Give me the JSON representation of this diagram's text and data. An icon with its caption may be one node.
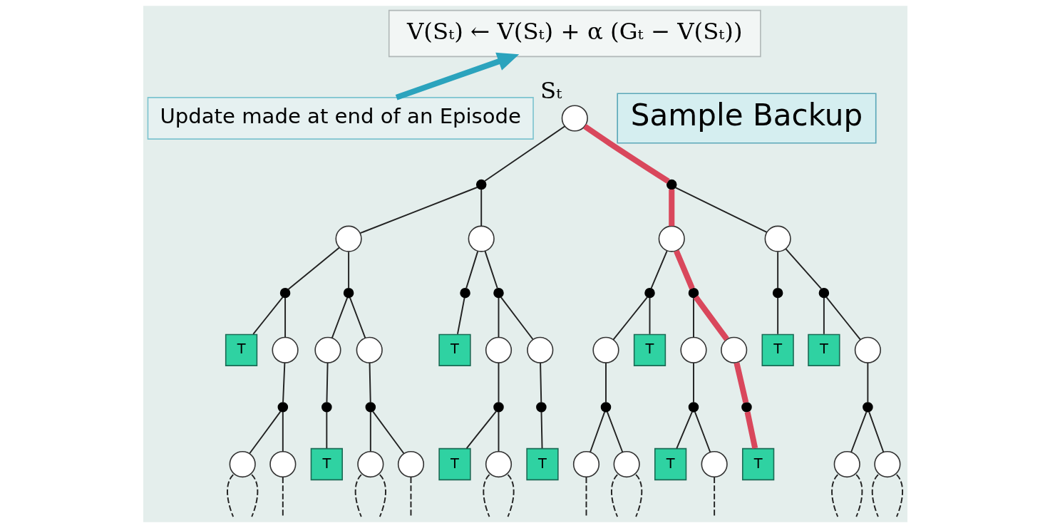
{
  "diagram": {
    "nodes": [
      {
        "text": [
          "V(Sₜ) ← V(Sₜ) + α (Gₜ − V(Sₜ))"
        ]
      },
      {
        "text": [
          "Sample Backup"
        ]
      },
      {
        "text": [
          "Update made at end of an Episode"
        ]
      },
      {
        "text": [],
        "shape": "circle",
        "beside": [
          "Sₜ"
        ]
      },
      {
        "text": [],
        "shape": "dot"
      },
      {
        "text": [],
        "shape": "dot"
      },
      {
        "text": [],
        "shape": "circle"
      },
      {
        "text": [],
        "shape": "circle"
      },
      {
        "text": [],
        "shape": "circle"
      },
      {
        "text": [],
        "shape": "circle"
      },
      {
        "text": [],
        "shape": "dot"
      },
      {
        "text": [],
        "shape": "dot"
      },
      {
        "text": [],
        "shape": "dot"
      },
      {
        "text": [],
        "shape": "dot"
      },
      {
        "text": [],
        "shape": "dot"
      },
      {
        "text": [],
        "shape": "dot"
      },
      {
        "text": [],
        "shape": "dot"
      },
      {
        "text": [],
        "shape": "dot"
      },
      {
        "text": [
          "T"
        ]
      },
      {
        "text": [],
        "shape": "circle"
      },
      {
        "text": [],
        "shape": "circle"
      },
      {
        "text": [],
        "shape": "circle"
      },
      {
        "text": [
          "T"
        ]
      },
      {
        "text": [],
        "shape": "circle"
      },
      {
        "text": [],
        "shape": "circle"
      },
      {
        "text": [],
        "shape": "circle"
      },
      {
        "text": [
          "T"
        ]
      },
      {
        "text": [],
        "shape": "circle"
      },
      {
        "text": [],
        "shape": "circle"
      },
      {
        "text": [
          "T"
        ]
      },
      {
        "text": [
          "T"
        ]
      },
      {
        "text": [],
        "shape": "circle"
      },
      {
        "text": [],
        "shape": "dot"
      },
      {
        "text": [],
        "shape": "dot"
      },
      {
        "text": [],
        "shape": "dot"
      },
      {
        "text": [],
        "shape": "dot"
      },
      {
        "text": [],
        "shape": "dot"
      },
      {
        "text": [],
        "shape": "dot"
      },
      {
        "text": [],
        "shape": "dot"
      },
      {
        "text": [],
        "shape": "dot"
      },
      {
        "text": [],
        "shape": "dot"
      },
      {
        "text": [],
        "shape": "circle"
      },
      {
        "text": [],
        "shape": "circle"
      },
      {
        "text": [
          "T"
        ]
      },
      {
        "text": [],
        "shape": "circle"
      },
      {
        "text": [],
        "shape": "circle"
      },
      {
        "text": [
          "T"
        ]
      },
      {
        "text": [],
        "shape": "circle"
      },
      {
        "text": [
          "T"
        ]
      },
      {
        "text": [],
        "shape": "circle"
      },
      {
        "text": [],
        "shape": "circle"
      },
      {
        "text": [
          "T"
        ]
      },
      {
        "text": [],
        "shape": "circle"
      },
      {
        "text": [
          "T"
        ]
      },
      {
        "text": [],
        "shape": "circle"
      },
      {
        "text": [],
        "shape": "circle"
      }
    ],
    "edges": [
      {
        "from": 2,
        "to": 0,
        "arrow": "to",
        "style": "thick",
        "color": "#2ba3bd"
      },
      {
        "from": 3,
        "to": 4,
        "arrow": "none"
      },
      {
        "from": 3,
        "to": 5,
        "arrow": "none",
        "style": "thick",
        "color": "#d9475c"
      },
      {
        "from": 4,
        "to": 6,
        "arrow": "none"
      },
      {
        "from": 4,
        "to": 7,
        "arrow": "none"
      },
      {
        "from": 5,
        "to": 8,
        "arrow": "none",
        "style": "thick",
        "color": "#d9475c"
      },
      {
        "from": 5,
        "to": 9,
        "arrow": "none"
      },
      {
        "from": 6,
        "to": 10,
        "arrow": "none"
      },
      {
        "from": 6,
        "to": 11,
        "arrow": "none"
      },
      {
        "from": 7,
        "to": 12,
        "arrow": "none"
      },
      {
        "from": 7,
        "to": 13,
        "arrow": "none"
      },
      {
        "from": 8,
        "to": 14,
        "arrow": "none"
      },
      {
        "from": 8,
        "to": 15,
        "arrow": "none",
        "style": "thick",
        "color": "#d9475c"
      },
      {
        "from": 9,
        "to": 16,
        "arrow": "none"
      },
      {
        "from": 9,
        "to": 17,
        "arrow": "none"
      },
      {
        "from": 10,
        "to": 18,
        "arrow": "none"
      },
      {
        "from": 10,
        "to": 19,
        "arrow": "none"
      },
      {
        "from": 11,
        "to": 20,
        "arrow": "none"
      },
      {
        "from": 11,
        "to": 21,
        "arrow": "none"
      },
      {
        "from": 12,
        "to": 22,
        "arrow": "none"
      },
      {
        "from": 13,
        "to": 23,
        "arrow": "none"
      },
      {
        "from": 13,
        "to": 24,
        "arrow": "none"
      },
      {
        "from": 14,
        "to": 25,
        "arrow": "none"
      },
      {
        "from": 14,
        "to": 26,
        "arrow": "none"
      },
      {
        "from": 15,
        "to": 27,
        "arrow": "none"
      },
      {
        "from": 15,
        "to": 28,
        "arrow": "none",
        "style": "thick",
        "color": "#d9475c"
      },
      {
        "from": 16,
        "to": 29,
        "arrow": "none"
      },
      {
        "from": 17,
        "to": 30,
        "arrow": "none"
      },
      {
        "from": 17,
        "to": 31,
        "arrow": "none"
      },
      {
        "from": 19,
        "to": 32,
        "arrow": "none"
      },
      {
        "from": 20,
        "to": 33,
        "arrow": "none"
      },
      {
        "from": 21,
        "to": 34,
        "arrow": "none"
      },
      {
        "from": 23,
        "to": 35,
        "arrow": "none"
      },
      {
        "from": 24,
        "to": 36,
        "arrow": "none"
      },
      {
        "from": 25,
        "to": 37,
        "arrow": "none"
      },
      {
        "from": 27,
        "to": 38,
        "arrow": "none"
      },
      {
        "from": 28,
        "to": 39,
        "arrow": "none",
        "style": "thick",
        "color": "#d9475c"
      },
      {
        "from": 31,
        "to": 40,
        "arrow": "none"
      },
      {
        "from": 32,
        "to": 41,
        "arrow": "none"
      },
      {
        "from": 32,
        "to": 42,
        "arrow": "none"
      },
      {
        "from": 33,
        "to": 43,
        "arrow": "none"
      },
      {
        "from": 34,
        "to": 44,
        "arrow": "none"
      },
      {
        "from": 34,
        "to": 45,
        "arrow": "none"
      },
      {
        "from": 35,
        "to": 46,
        "arrow": "none"
      },
      {
        "from": 35,
        "to": 47,
        "arrow": "none"
      },
      {
        "from": 36,
        "to": 48,
        "arrow": "none"
      },
      {
        "from": 37,
        "to": 49,
        "arrow": "none"
      },
      {
        "from": 37,
        "to": 50,
        "arrow": "none"
      },
      {
        "from": 38,
        "to": 51,
        "arrow": "none"
      },
      {
        "from": 38,
        "to": 52,
        "arrow": "none"
      },
      {
        "from": 39,
        "to": 53,
        "arrow": "none",
        "style": "thick",
        "color": "#d9475c"
      },
      {
        "from": 40,
        "to": 54,
        "arrow": "none"
      },
      {
        "from": 40,
        "to": 55,
        "arrow": "none"
      },
      {
        "from": 41,
        "to": null,
        "arrow": "none",
        "style": "dashed"
      },
      {
        "from": 41,
        "to": null,
        "arrow": "none",
        "style": "dashed"
      },
      {
        "from": 42,
        "to": null,
        "arrow": "none",
        "style": "dashed"
      },
      {
        "from": 44,
        "to": null,
        "arrow": "none",
        "style": "dashed"
      },
      {
        "from": 44,
        "to": null,
        "arrow": "none",
        "style": "dashed"
      },
      {
        "from": 45,
        "to": null,
        "arrow": "none",
        "style": "dashed"
      },
      {
        "from": 47,
        "to": null,
        "arrow": "none",
        "style": "dashed"
      },
      {
        "from": 47,
        "to": null,
        "arrow": "none",
        "style": "dashed"
      },
      {
        "from": 49,
        "to": null,
        "arrow": "none",
        "style": "dashed"
      },
      {
        "from": 50,
        "to": null,
        "arrow": "none",
        "style": "dashed"
      },
      {
        "from": 50,
        "to": null,
        "arrow": "none",
        "style": "dashed"
      },
      {
        "from": 52,
        "to": null,
        "arrow": "none",
        "style": "dashed"
      },
      {
        "from": 54,
        "to": null,
        "arrow": "none",
        "style": "dashed"
      },
      {
        "from": 54,
        "to": null,
        "arrow": "none",
        "style": "dashed"
      },
      {
        "from": 55,
        "to": null,
        "arrow": "none",
        "style": "dashed"
      },
      {
        "from": 55,
        "to": null,
        "arrow": "none",
        "style": "dashed"
      }
    ]
  }
}
